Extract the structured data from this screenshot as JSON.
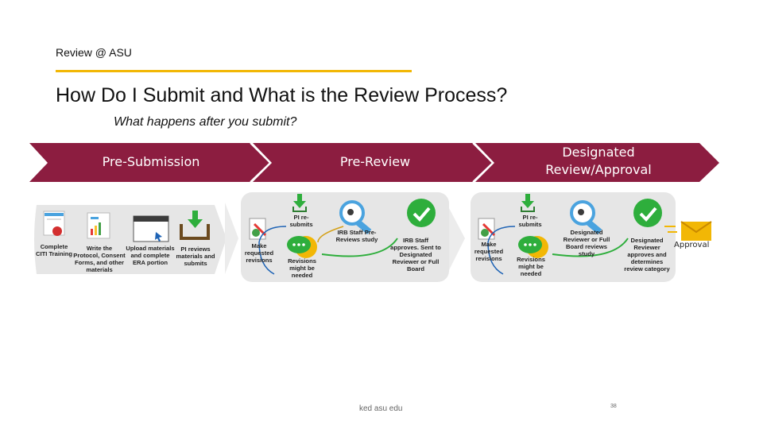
{
  "header": {
    "label": "Review @ ASU"
  },
  "title": "How Do I Submit and What is the Review Process?",
  "subtitle": "What happens after you submit?",
  "phases": [
    "Pre-Submission",
    "Pre-Review",
    "Designated Review/Approval"
  ],
  "presubmission_steps": [
    "Complete CITI Training",
    "Write the Protocol, Consent Forms, and other materials",
    "Upload materials and complete ERA portion",
    "PI reviews materials and submits"
  ],
  "prereview_steps": {
    "pi_resubmits": "PI re-submits",
    "make_revisions": "Make requested revisions",
    "revisions_needed": "Revisions might be needed",
    "irb_prereview": "IRB Staff Pre-Reviews study",
    "irb_approves": "IRB Staff approves. Sent to Designated Reviewer or Full Board"
  },
  "designated_steps": {
    "pi_resubmits": "PI re-submits",
    "make_revisions": "Make requested revisions",
    "revisions_needed": "Revisions might be needed",
    "reviewer_reviews": "Designated Reviewer or Full Board reviews study",
    "reviewer_approves": "Designated Reviewer approves and determines review category",
    "approval": "Approval"
  },
  "footer": {
    "url": "ked asu edu",
    "page": "38"
  },
  "colors": {
    "maroon": "#8c1d40",
    "gold": "#ffc627",
    "green": "#2eae3c",
    "panel": "#e6e6e6"
  }
}
